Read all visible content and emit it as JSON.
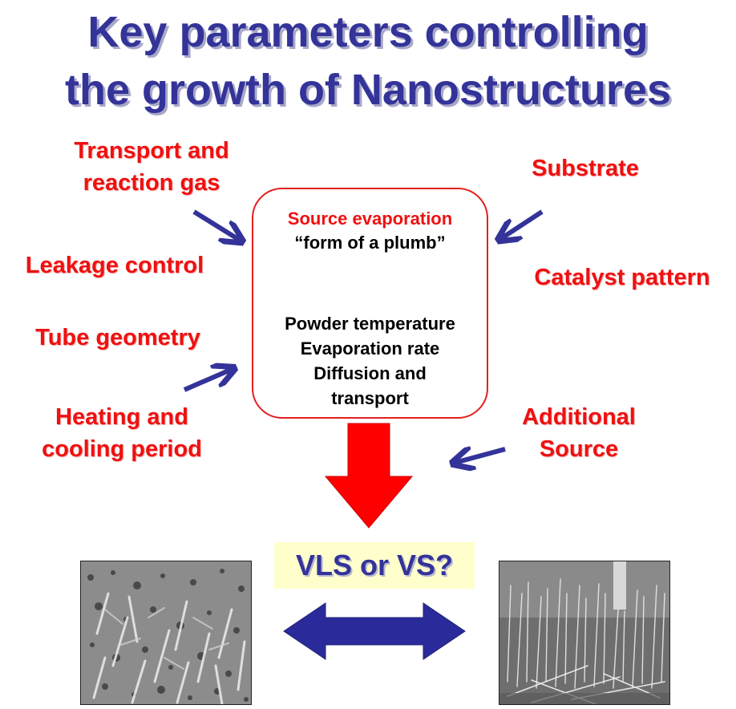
{
  "title": {
    "line1": "Key parameters controlling",
    "line2": "the growth of Nanostructures"
  },
  "left_params": [
    "Transport and",
    "reaction gas",
    "Leakage control",
    "Tube geometry",
    "Heating and",
    "cooling period"
  ],
  "right_params": [
    "Substrate",
    "Catalyst pattern",
    "Additional",
    "Source"
  ],
  "center": {
    "heading": "Source evaporation",
    "subheading": "“form of a plumb”",
    "factors": [
      "Powder temperature",
      "Evaporation rate",
      "Diffusion and",
      "transport"
    ]
  },
  "outcome": {
    "question": "VLS or VS?"
  },
  "colors": {
    "title": "#333399",
    "parameter_text": "#ee1111",
    "box_border": "#e41f1f",
    "pointer_arrow": "#333399",
    "main_arrow": "#ee1111",
    "outcome_background": "#ffffcc"
  }
}
